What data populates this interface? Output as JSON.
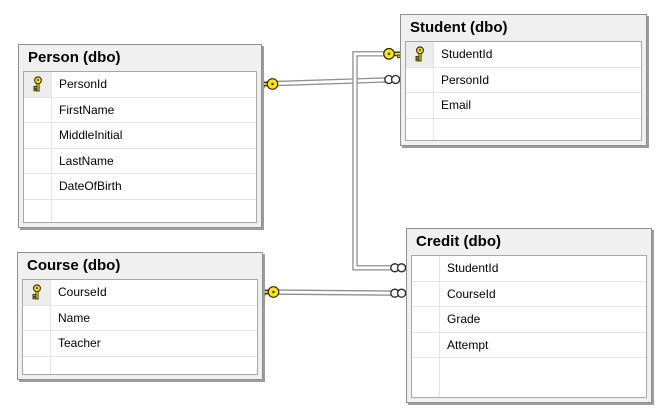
{
  "diagram": {
    "tables": [
      {
        "title": "Person (dbo)",
        "columns": [
          {
            "name": "PersonId",
            "key": true
          },
          {
            "name": "FirstName",
            "key": false
          },
          {
            "name": "MiddleInitial",
            "key": false
          },
          {
            "name": "LastName",
            "key": false
          },
          {
            "name": "DateOfBirth",
            "key": false
          }
        ]
      },
      {
        "title": "Student (dbo)",
        "columns": [
          {
            "name": "StudentId",
            "key": true
          },
          {
            "name": "PersonId",
            "key": false
          },
          {
            "name": "Email",
            "key": false
          }
        ]
      },
      {
        "title": "Course (dbo)",
        "columns": [
          {
            "name": "CourseId",
            "key": true
          },
          {
            "name": "Name",
            "key": false
          },
          {
            "name": "Teacher",
            "key": false
          }
        ]
      },
      {
        "title": "Credit (dbo)",
        "columns": [
          {
            "name": "StudentId",
            "key": false
          },
          {
            "name": "CourseId",
            "key": false
          },
          {
            "name": "Grade",
            "key": false
          },
          {
            "name": "Attempt",
            "key": false
          }
        ]
      }
    ],
    "relationships": [
      {
        "pk_table": "Person",
        "pk_column": "PersonId",
        "fk_table": "Student",
        "fk_column": "PersonId",
        "pk_end": "key",
        "fk_end": "many"
      },
      {
        "pk_table": "Student",
        "pk_column": "StudentId",
        "fk_table": "Credit",
        "fk_column": "StudentId",
        "pk_end": "key",
        "fk_end": "many"
      },
      {
        "pk_table": "Course",
        "pk_column": "CourseId",
        "fk_table": "Credit",
        "fk_column": "CourseId",
        "pk_end": "key",
        "fk_end": "many"
      }
    ],
    "colors": {
      "key_fill": "#ffe11a",
      "key_outline": "#2b2b00",
      "connector_gray": "#8f8f8f",
      "table_chrome": "#f0f0f0",
      "grid_bg": "#ffffff",
      "separator": "#e4e4e4",
      "border": "#8f8f8f",
      "shadow": "#9c9c9c",
      "pk_cell_bg": "#ececec",
      "text": "#000000"
    }
  }
}
